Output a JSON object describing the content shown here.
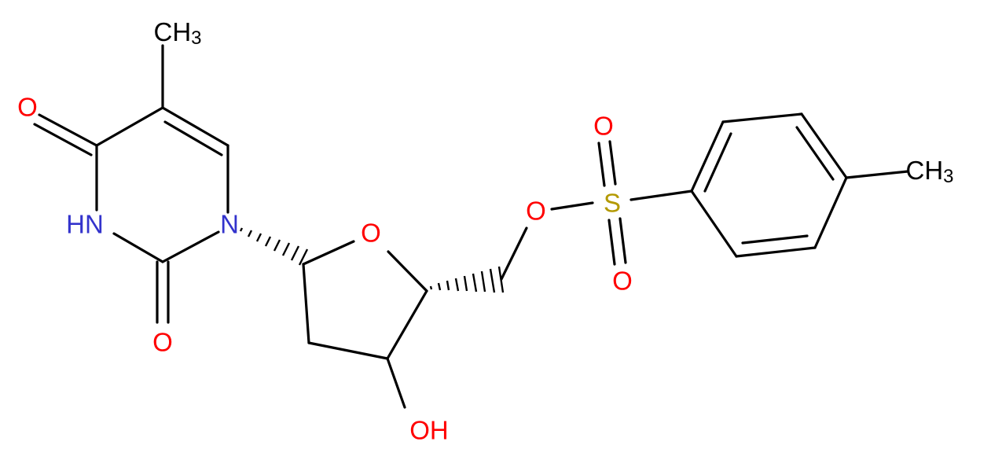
{
  "labels": {
    "ch3_top": {
      "main": "CH",
      "sub": "3"
    },
    "o_carbonyl_upper": "O",
    "o_carbonyl_lower": "O",
    "nh": "HN",
    "n1": "N",
    "o_ring": "O",
    "oh": "OH",
    "o_ester": "O",
    "s": "S",
    "o_s_upper": "O",
    "o_s_lower": "O",
    "ch3_right": {
      "main": "CH",
      "sub": "3"
    }
  },
  "colors": {
    "carbon_bond": "#000000",
    "oxygen": "#ff0000",
    "nitrogen": "#3333cc",
    "sulfur": "#b39900",
    "hydrogen_group": "#000000"
  }
}
